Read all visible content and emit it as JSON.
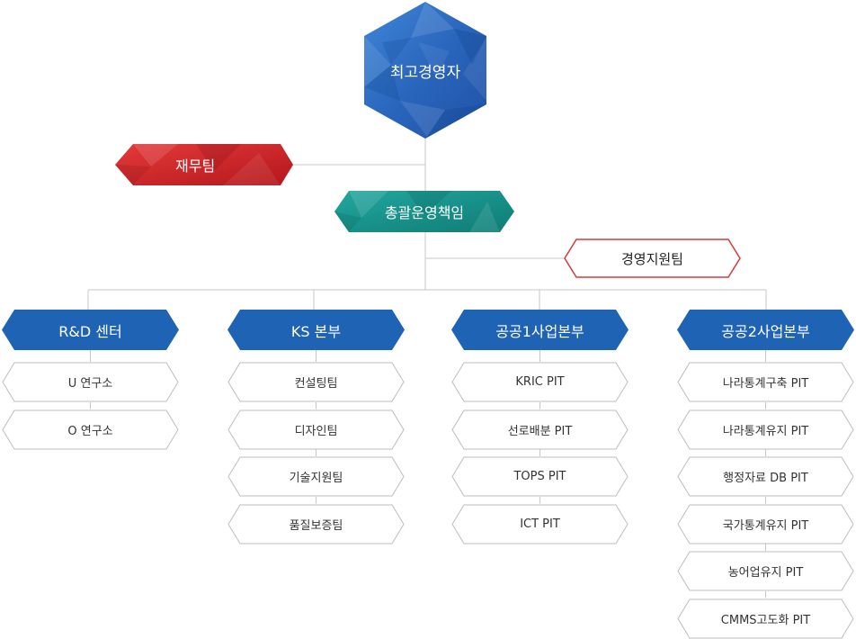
{
  "ceo": "최고경영자",
  "finance": "재무팀",
  "coo": "총괄운영책임",
  "support": "경영지원팀",
  "colors": {
    "ceo": "#2f6fc4",
    "finance": "#d02a2a",
    "coo": "#17978f",
    "dept": "#1f63b5",
    "support_border": "#d63a3a",
    "sub_border": "#bdbdbd",
    "line": "#c7c7c7"
  },
  "departments": [
    {
      "name": "R&D 센터",
      "units": [
        "U 연구소",
        "O 연구소"
      ]
    },
    {
      "name": "KS 본부",
      "units": [
        "컨설팅팀",
        "디자인팀",
        "기술지원팀",
        "품질보증팀"
      ]
    },
    {
      "name": "공공1사업본부",
      "units": [
        "KRIC PIT",
        "선로배분 PIT",
        "TOPS PIT",
        "ICT PIT"
      ]
    },
    {
      "name": "공공2사업본부",
      "units": [
        "나라통계구축 PIT",
        "나라통계유지 PIT",
        "행정자료 DB PIT",
        "국가통계유지 PIT",
        "농어업유지 PIT",
        "CMMS고도화 PIT"
      ]
    }
  ]
}
